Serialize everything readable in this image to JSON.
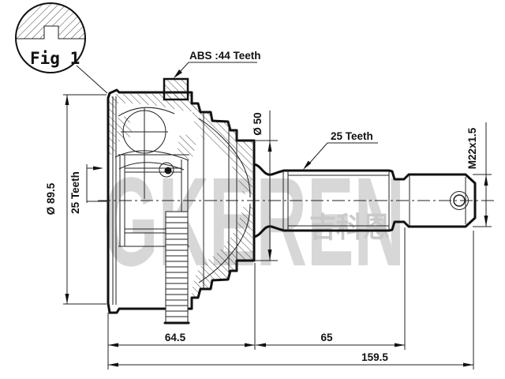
{
  "figure": {
    "label": "Fig 1"
  },
  "annotations": {
    "abs_ring": "ABS :44 Teeth",
    "outer_diameter": "Ø 89.5",
    "inner_spline_teeth": "25 Teeth",
    "boot_diameter": "Ø 50",
    "shaft_spline_teeth": "25 Teeth",
    "thread_spec": "M22x1.5"
  },
  "dimensions_mm": {
    "housing_length": "64.5",
    "shaft_length": "65",
    "total_length": "159.5"
  },
  "watermark": {
    "text": "GKEREN",
    "cjk": "吉科恩"
  },
  "colors": {
    "line": "#111111",
    "watermark": "#d7d7d7",
    "background": "#ffffff"
  }
}
